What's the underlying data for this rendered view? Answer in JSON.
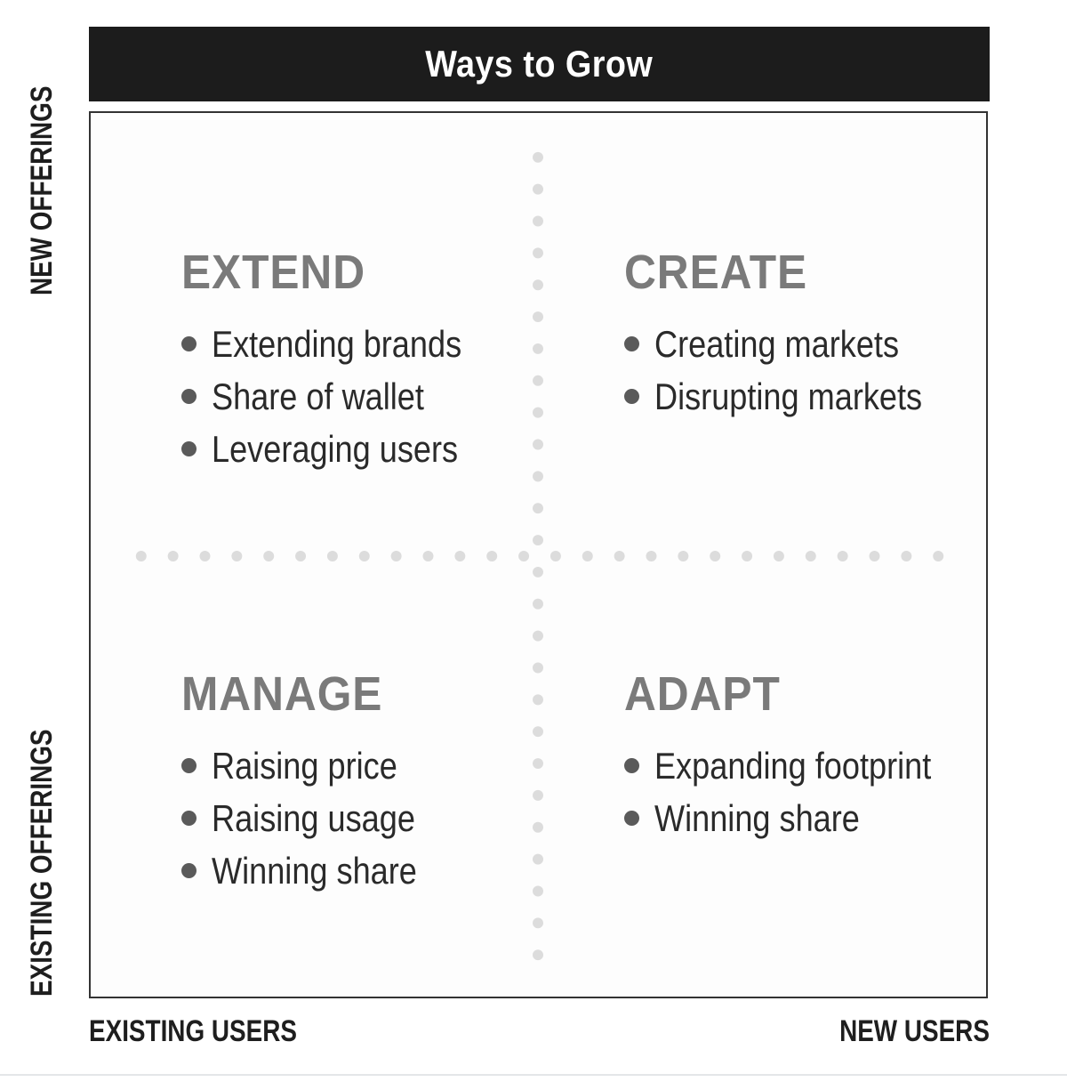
{
  "title": "Ways to Grow",
  "axes": {
    "x_left": "EXISTING USERS",
    "x_right": "NEW USERS",
    "y_top": "NEW OFFERINGS",
    "y_bottom": "EXISTING OFFERINGS"
  },
  "quadrants": {
    "extend": {
      "heading": "EXTEND",
      "items": [
        "Extending brands",
        "Share of wallet",
        "Leveraging users"
      ]
    },
    "create": {
      "heading": "CREATE",
      "items": [
        "Creating markets",
        "Disrupting markets"
      ]
    },
    "manage": {
      "heading": "MANAGE",
      "items": [
        "Raising price",
        "Raising usage",
        "Winning share"
      ]
    },
    "adapt": {
      "heading": "ADAPT",
      "items": [
        "Expanding footprint",
        "Winning share"
      ]
    }
  },
  "colors": {
    "title_bar": "#1c1c1c",
    "heading": "#7a7a7a",
    "bullet": "#5a5a5a",
    "divider_dots": "#dcdcdc"
  }
}
